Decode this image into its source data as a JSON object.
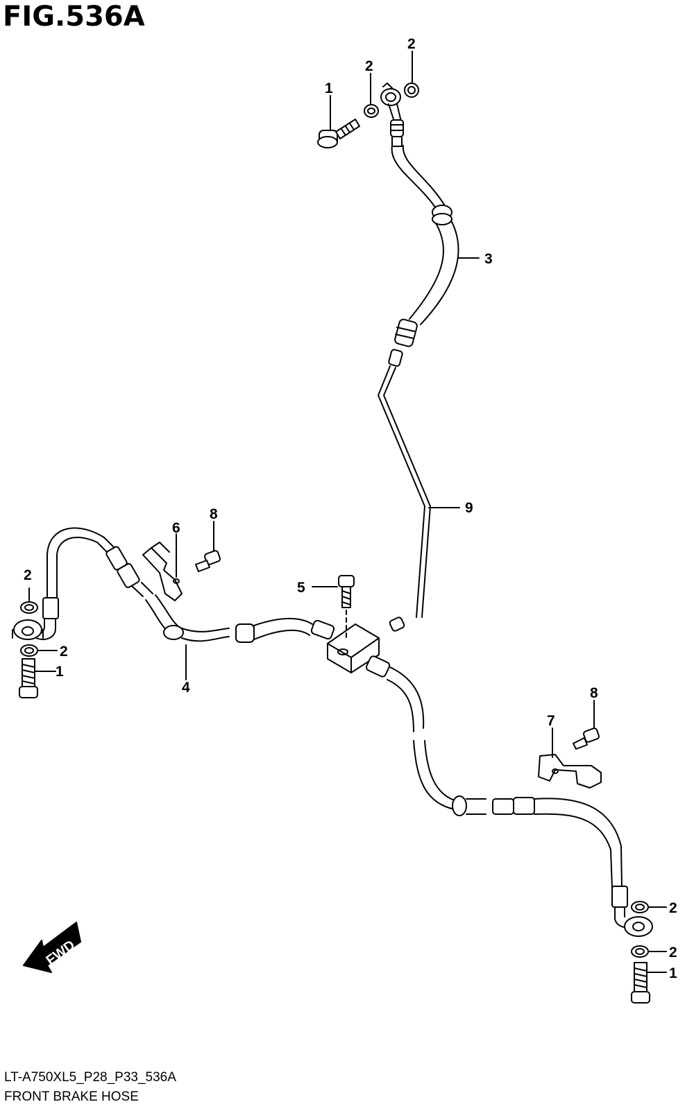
{
  "figure_title": "FIG.536A",
  "model_code": "LT-A750XL5_P28_P33_536A",
  "caption": "FRONT BRAKE HOSE",
  "fwd_label": "FWD",
  "callouts": {
    "c1_top": "1",
    "c2_top_a": "2",
    "c2_top_b": "2",
    "c3": "3",
    "c9": "9",
    "c8_left": "8",
    "c6": "6",
    "c2_left_a": "2",
    "c2_left_b": "2",
    "c1_left": "1",
    "c4": "4",
    "c5": "5",
    "c8_right": "8",
    "c7": "7",
    "c2_right_a": "2",
    "c2_right_b": "2",
    "c1_right": "1"
  }
}
